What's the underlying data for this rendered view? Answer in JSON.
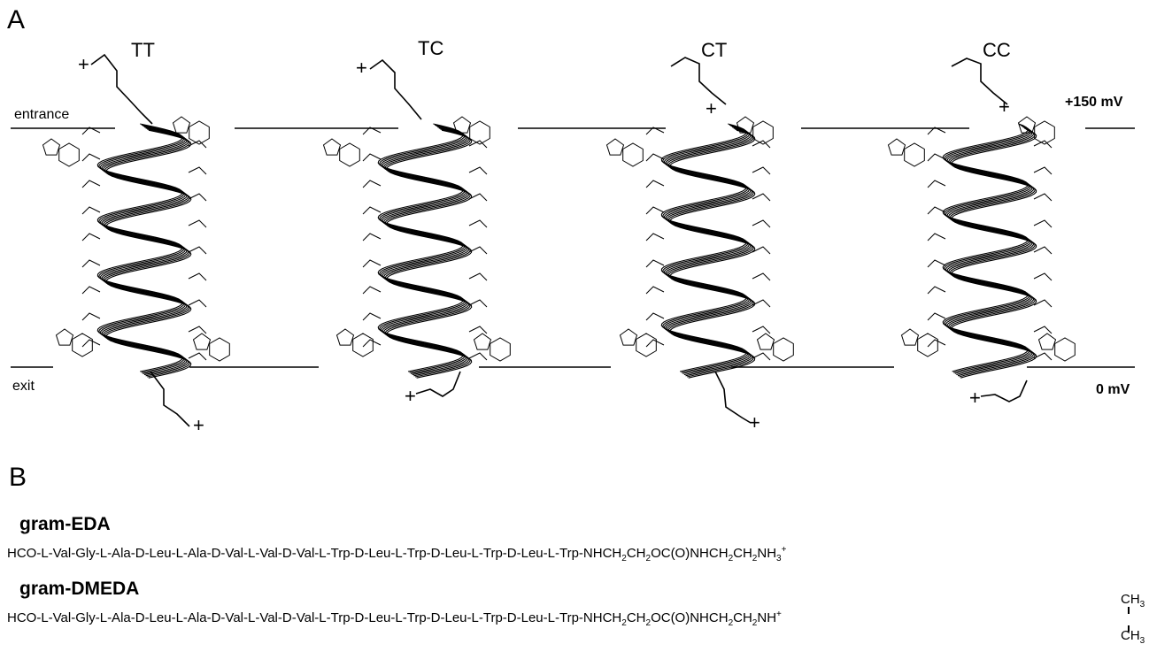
{
  "panel_a": {
    "letter": "A",
    "dimers": [
      "TT",
      "TC",
      "CT",
      "CC"
    ],
    "entrance_label": "entrance",
    "exit_label": "exit",
    "top_voltage": "+150 mV",
    "bottom_voltage": "0 mV",
    "charge_symbol": "+"
  },
  "panel_b": {
    "letter": "B",
    "peptides": [
      {
        "name": "gram-EDA",
        "sequence_prefix": "HCO-L-Val-Gly-L-Ala-D-Leu-L-Ala-D-Val-L-Val-D-Val-L-Trp-D-Leu-L-Trp-D-Leu-L-Trp-D-Leu-L-Trp-NHCH",
        "tail": "CH2OC(O)NHCH2CH2NH3+"
      },
      {
        "name": "gram-DMEDA",
        "sequence_prefix": "HCO-L-Val-Gly-L-Ala-D-Leu-L-Ala-D-Val-L-Val-D-Val-L-Trp-D-Leu-L-Trp-D-Leu-L-Trp-D-Leu-L-Trp-NHCH",
        "tail": "CH2OC(O)NHCH2CH2NH+",
        "methyl": "CH3"
      }
    ]
  }
}
